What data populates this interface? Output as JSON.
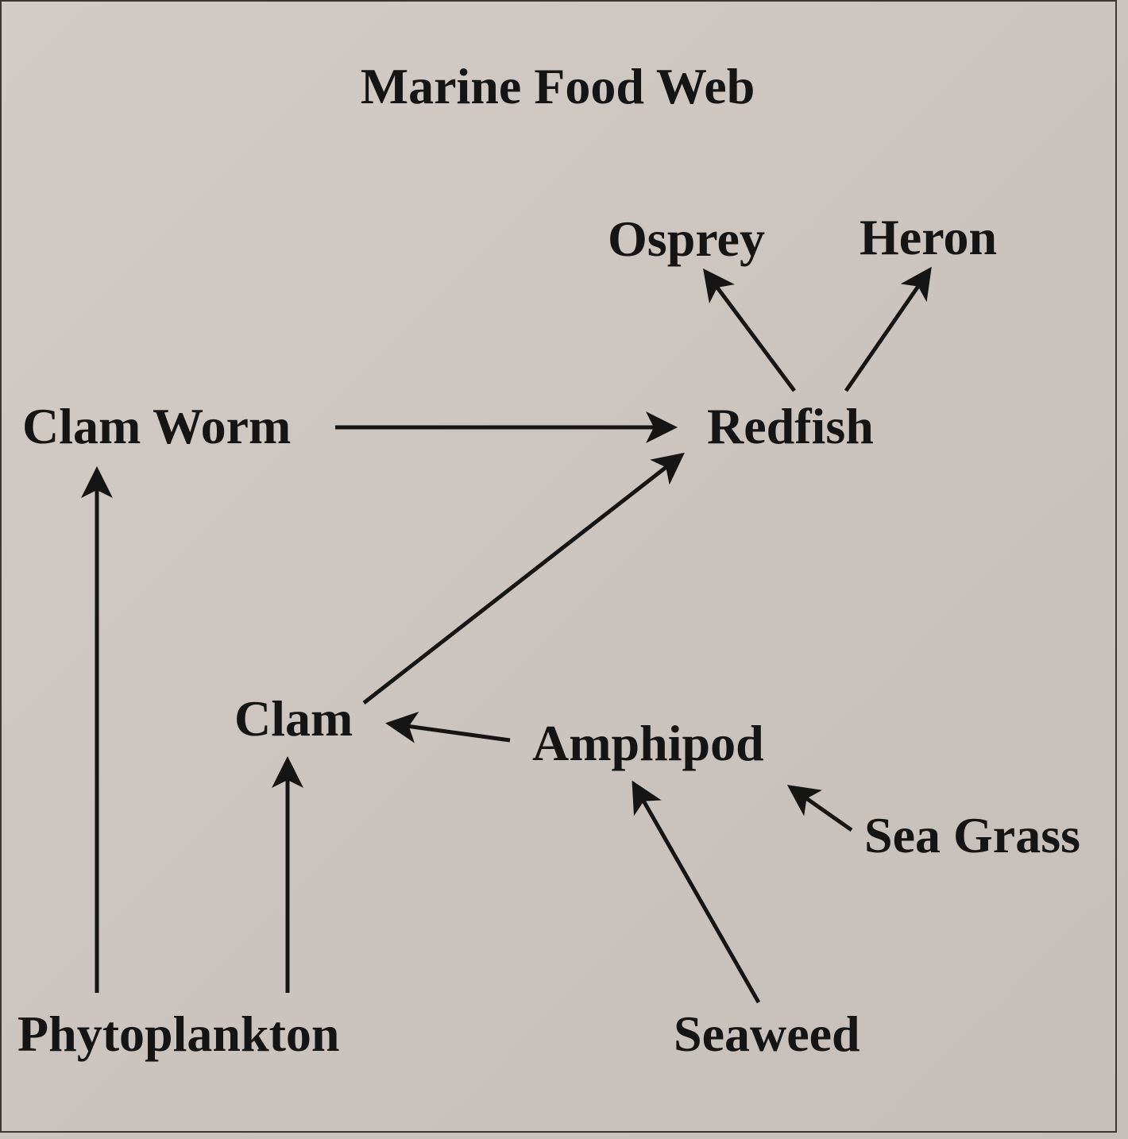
{
  "title": "Marine Food Web",
  "nodes": {
    "osprey": "Osprey",
    "heron": "Heron",
    "clam_worm": "Clam Worm",
    "redfish": "Redfish",
    "clam": "Clam",
    "amphipod": "Amphipod",
    "sea_grass": "Sea Grass",
    "phytoplankton": "Phytoplankton",
    "seaweed": "Seaweed"
  },
  "edges": [
    {
      "from": "redfish",
      "to": "osprey"
    },
    {
      "from": "redfish",
      "to": "heron"
    },
    {
      "from": "clam_worm",
      "to": "redfish"
    },
    {
      "from": "clam",
      "to": "redfish"
    },
    {
      "from": "amphipod",
      "to": "clam"
    },
    {
      "from": "phytoplankton",
      "to": "clam_worm"
    },
    {
      "from": "phytoplankton",
      "to": "clam"
    },
    {
      "from": "seaweed",
      "to": "amphipod"
    },
    {
      "from": "sea_grass",
      "to": "amphipod"
    }
  ]
}
